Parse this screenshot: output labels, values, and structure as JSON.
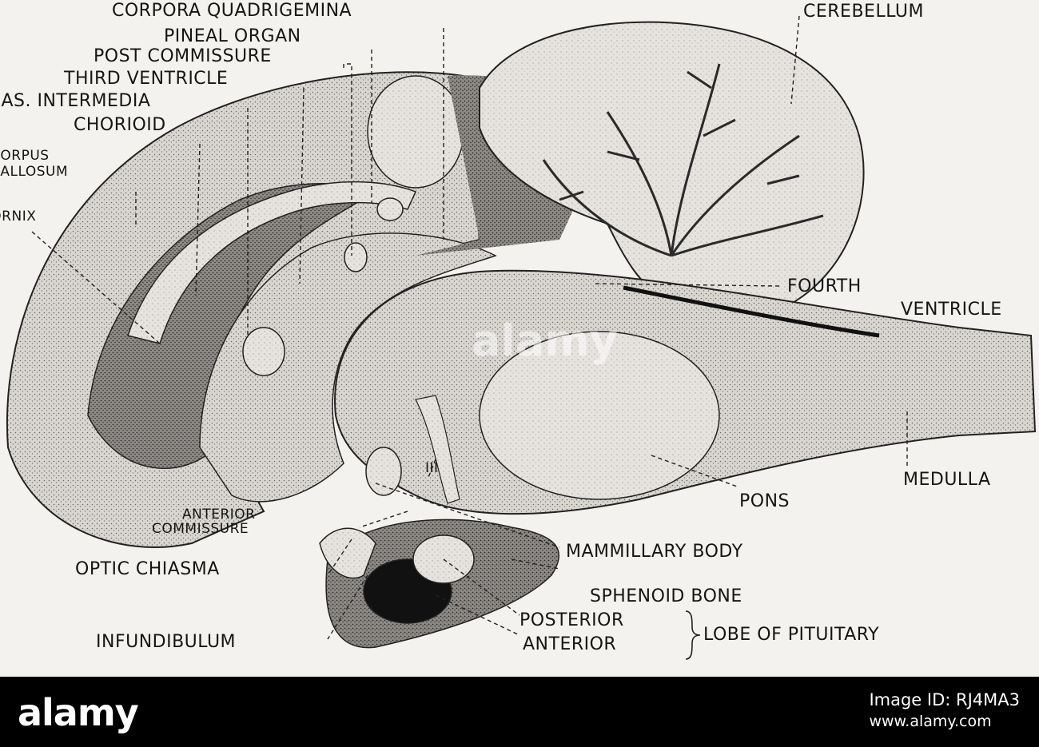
{
  "labels": {
    "corpora_quadrigemina": "CORPORA QUADRIGEMINA",
    "pineal_organ": "PINEAL ORGAN",
    "post_commissure": "POST COMMISSURE",
    "third_ventricle": "THIRD VENTRICLE",
    "mas_intermedia": "MAS. INTERMEDIA",
    "chorioid": "CHORIOID",
    "corpus": "CORPUS",
    "callosum": "CALLOSUM",
    "fornix": "FORNIX",
    "cerebellum": "CEREBELLUM",
    "fourth": "FOURTH",
    "ventricle": "VENTRICLE",
    "medulla": "MEDULLA",
    "pons": "PONS",
    "nerve_iii": "III",
    "anterior_1": "ANTERIOR",
    "commissure": "COMMISSURE",
    "mammillary_body": "MAMMILLARY BODY",
    "optic_chiasma": "OPTIC CHIASMA",
    "sphenoid_bone": "SPHENOID BONE",
    "infundibulum": "INFUNDIBULUM",
    "posterior": "POSTERIOR",
    "anterior_2": "ANTERIOR",
    "lobe_of_pituitary": "LOBE OF PITUITARY"
  },
  "watermark": {
    "text": "alamy"
  },
  "footer": {
    "logo": "alamy",
    "image_id_line": "Image ID: RJ4MA3",
    "site": "www.alamy.com"
  },
  "colors": {
    "footer_bg": "#000000",
    "paper": "#f4f2ee",
    "ink": "#151515"
  }
}
